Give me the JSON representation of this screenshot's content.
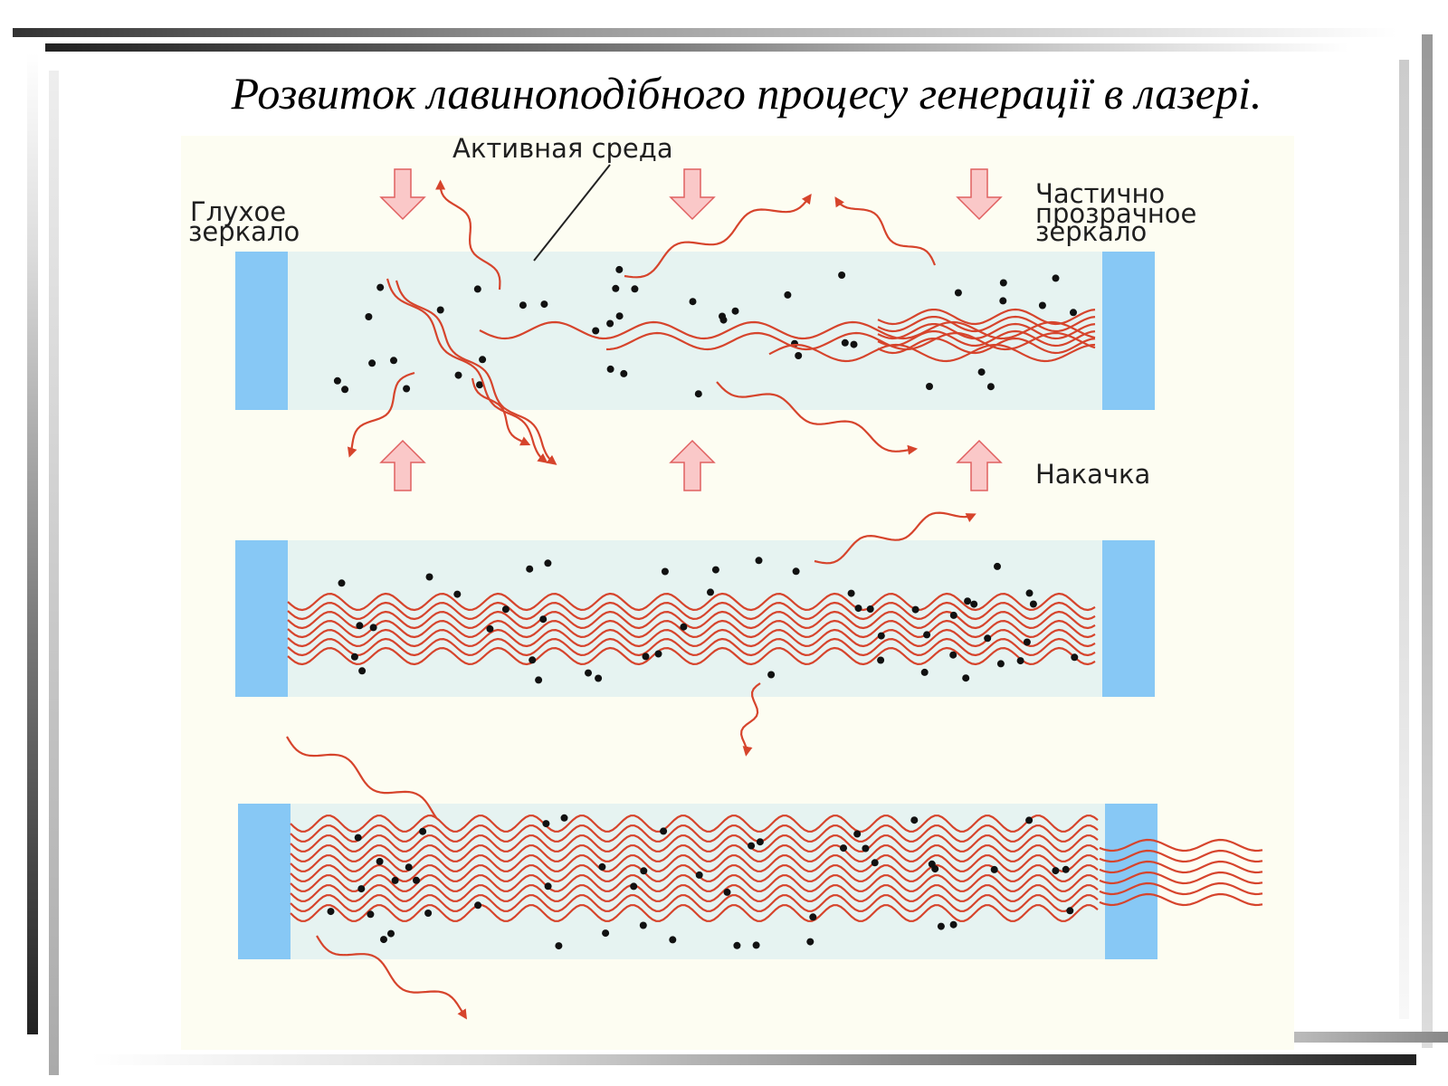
{
  "slide": {
    "title": "Розвиток лавиноподібного процесу генерації в лазері."
  },
  "figure": {
    "labels": {
      "active_medium": "Активная среда",
      "rear_mirror": [
        "Глухое",
        "зеркало"
      ],
      "output_mirror": [
        "Частично",
        "прозрачное",
        "зеркало"
      ],
      "pump": "Накачка"
    },
    "stages": [
      {
        "name": "initial-spontaneous-emission"
      },
      {
        "name": "avalanche-growth"
      },
      {
        "name": "laser-output"
      }
    ],
    "colors": {
      "mirror": "#87c8f5",
      "medium": "#e6f3f1",
      "photon_wave": "#d6442c",
      "pump_arrow_fill": "#fac8c8",
      "pump_arrow_stroke": "#e06060",
      "atom": "#111111",
      "background": "#fdfdf2"
    },
    "icons": {
      "pump_arrow": "pump-arrow-icon",
      "atom": "atom-dot-icon",
      "photon": "photon-wave-icon"
    }
  }
}
